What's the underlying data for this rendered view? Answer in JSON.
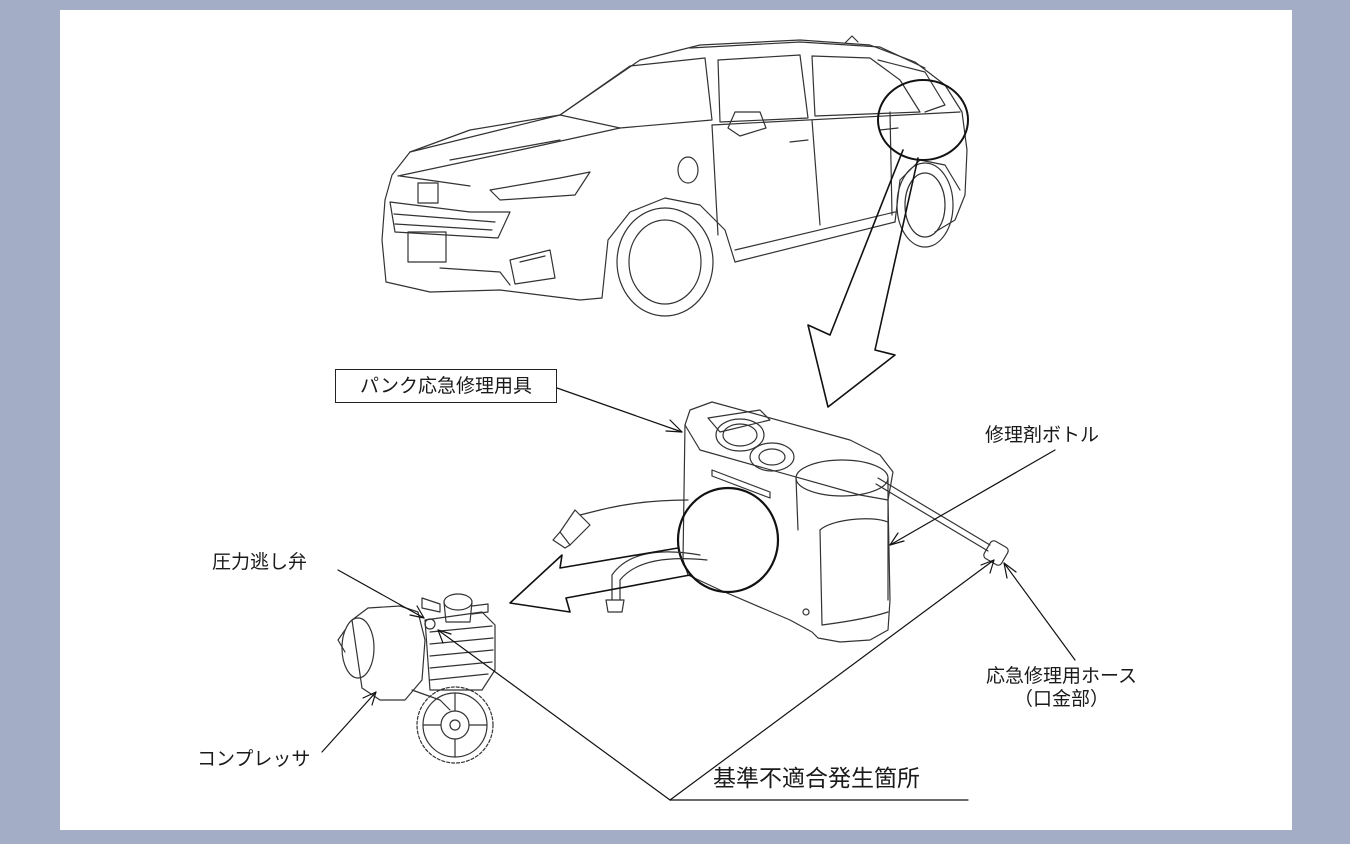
{
  "labels": {
    "puncture_kit": "パンク応急修理用具",
    "sealant_bottle": "修理剤ボトル",
    "pressure_relief_valve": "圧力逃し弁",
    "repair_hose_line1": "応急修理用ホース",
    "repair_hose_line2": "（口金部）",
    "compressor": "コンプレッサ",
    "defect_location": "基準不適合発生箇所"
  },
  "colors": {
    "frame": "#a3adc6",
    "panel": "#ffffff",
    "line": "#1a1a1a"
  }
}
